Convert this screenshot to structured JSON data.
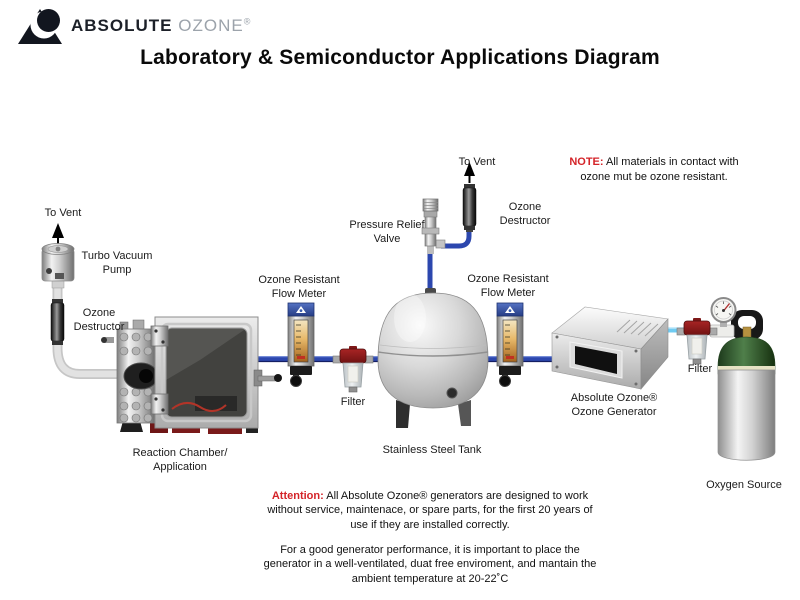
{
  "brand": {
    "bold": "ABSOLUTE",
    "light": "OZONE",
    "reg": "®"
  },
  "title": "Laboratory & Semiconductor Applications Diagram",
  "note": {
    "prefix": "NOTE:",
    "text": " All materials in contact with ozone mut be ozone resistant."
  },
  "components": {
    "to_vent_left": "To Vent",
    "turbo_vacuum_pump": "Turbo Vacuum Pump",
    "ozone_destructor_left": "Ozone Destructor",
    "reaction_chamber": "Reaction Chamber/ Application",
    "flow_meter_left": "Ozone Resistant Flow Meter",
    "filter_left": "Filter",
    "pressure_relief_valve": "Pressure Relief Valve",
    "to_vent_mid": "To Vent",
    "ozone_destructor_mid": "Ozone Destructor",
    "stainless_tank": "Stainless Steel Tank",
    "flow_meter_right": "Ozone Resistant Flow Meter",
    "generator": "Absolute Ozone® Ozone Generator",
    "filter_right": "Filter",
    "oxygen_source": "Oxygen Source"
  },
  "attention": {
    "prefix": "Attention:",
    "text": " All Absolute Ozone® generators are designed to work without service, maintenace, or spare parts, for the first 20 years of use if they are installed correctly."
  },
  "footnote": "For a good generator performance, it is important to place the generator in a well-ventilated, duat free enviroment, and mantain the ambient temperature at 20-22˚C",
  "colors": {
    "pipe_blue": "#2c47ae",
    "tube_cyan": "#6fcbf2",
    "tube_gray": "#d9d9d9",
    "note_red": "#d42328"
  }
}
